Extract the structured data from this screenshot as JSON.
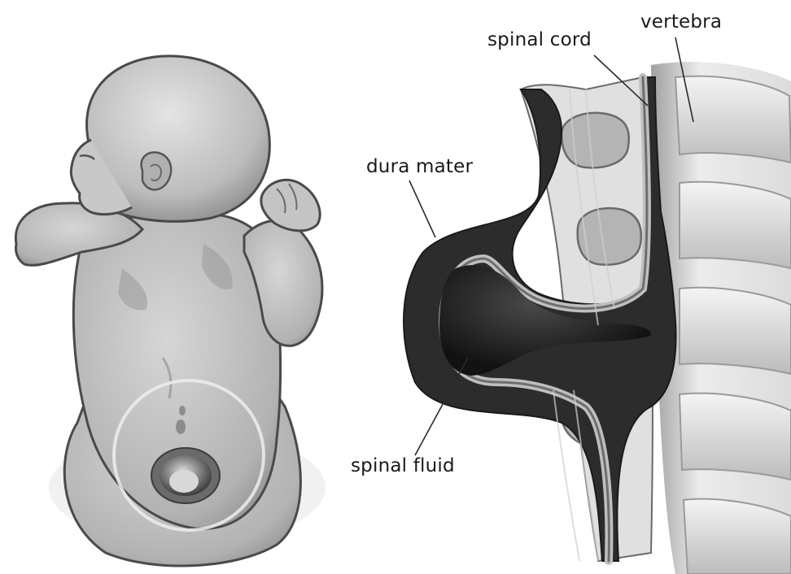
{
  "labels": {
    "spinal_cord": "spinal cord",
    "vertebra": "vertebra",
    "dura_mater": "dura mater",
    "spinal_fluid": "spinal fluid"
  },
  "colors": {
    "skin_light": "#d8d8d8",
    "skin_mid": "#b8b8b8",
    "skin_dark": "#8a8a8a",
    "outline": "#4a4a4a",
    "dura": "#2a2a2a",
    "fluid": "#141414",
    "cord": "#c9c9c9",
    "bone": "#e6e6e6",
    "bone_dark": "#9a9a9a"
  }
}
